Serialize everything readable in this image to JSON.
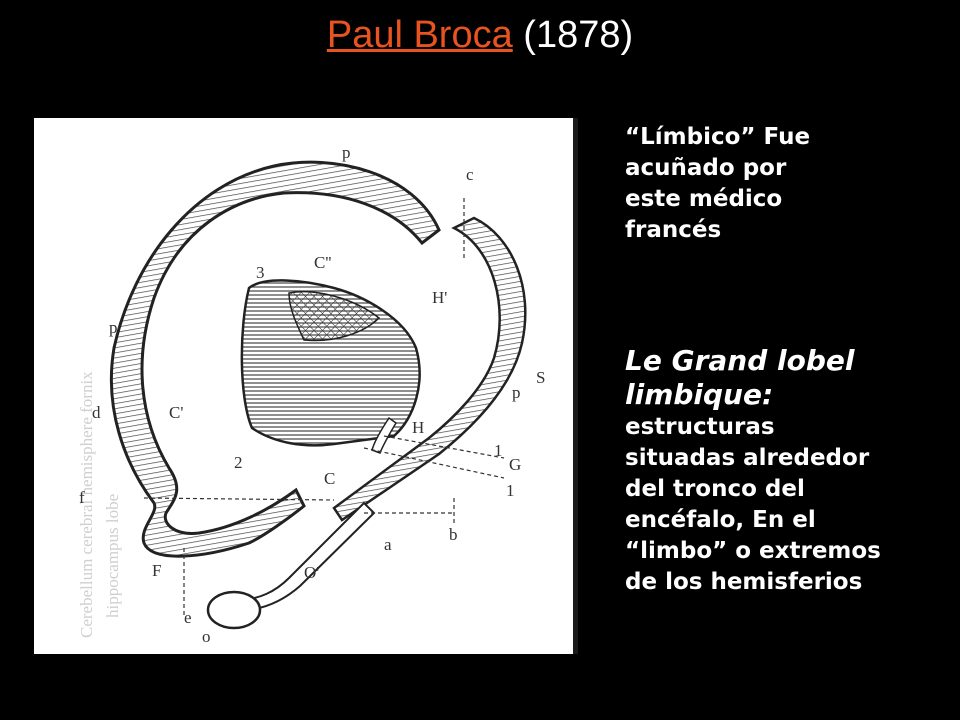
{
  "title": {
    "link_text": "Paul Broca",
    "rest": "(1878)"
  },
  "figure": {
    "labels": [
      "p",
      "c",
      "C''",
      "3",
      "p",
      "H'",
      "d",
      "C'",
      "p",
      "S",
      "H",
      "1",
      "G",
      "2",
      "C",
      "f",
      "1",
      "b",
      "a",
      "F",
      "O'",
      "e",
      "o"
    ]
  },
  "note": {
    "lines": [
      "“Límbico” Fue",
      "acuñado por",
      "este médico",
      "francés"
    ]
  },
  "definition": {
    "heading_lines": [
      "Le Grand lobel",
      "limbique:"
    ],
    "body_lines": [
      "estructuras",
      "situadas alrededor",
      "del tronco del",
      "encéfalo, En el",
      "“limbo” o extremos",
      "de los hemisferios"
    ]
  }
}
